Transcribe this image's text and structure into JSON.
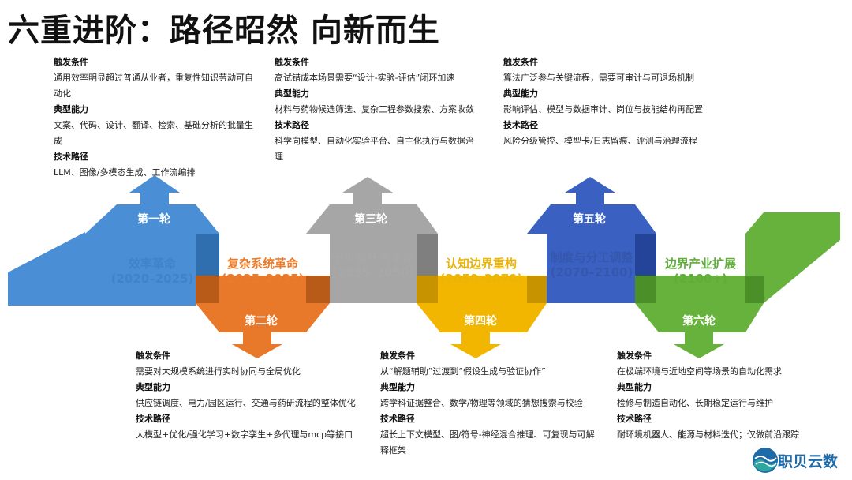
{
  "title": "六重进阶：路径昭然 向新而生",
  "colors": {
    "stage1": "#4a8fd6",
    "stage2": "#e8782a",
    "stage3": "#a6a6a6",
    "stage4": "#f3b600",
    "stage5": "#3a61c2",
    "stage6": "#67b23c"
  },
  "stages": [
    {
      "round": "第一轮",
      "name": "效率革命",
      "period": "(2020–2025)",
      "trigger_label": "触发条件",
      "trigger": "通用效率明显超过普通从业者，重复性知识劳动可自动化",
      "ability_label": "典型能力",
      "ability": "文案、代码、设计、翻译、检索、基础分析的批量生成",
      "path_label": "技术路径",
      "path": "LLM、图像/多模态生成、工作流编排"
    },
    {
      "round": "第二轮",
      "name": "复杂系统革命",
      "period": "(2025–2035)",
      "trigger_label": "触发条件",
      "trigger": "需要对大规模系统进行实时协同与全局优化",
      "ability_label": "典型能力",
      "ability": "供应链调度、电力/园区运行、交通与药研流程的整体优化",
      "path_label": "技术路径",
      "path": "大模型+优化/强化学习+数字孪生+多代理与mcp等接口"
    },
    {
      "round": "第三轮",
      "name": "不可能任务革命",
      "period": "(2035–2050)",
      "trigger_label": "触发条件",
      "trigger": "高试错成本场景需要“设计-实验-评估”闭环加速",
      "ability_label": "典型能力",
      "ability": "材料与药物候选筛选、复杂工程参数搜索、方案收敛",
      "path_label": "技术路径",
      "path": "科学向模型、自动化实验平台、自主化执行与数据治理"
    },
    {
      "round": "第四轮",
      "name": "认知边界重构",
      "period": "(2050–2070)",
      "trigger_label": "触发条件",
      "trigger": "从“解题辅助”过渡到“假设生成与验证协作”",
      "ability_label": "典型能力",
      "ability": "跨学科证据整合、数学/物理等领域的猜想搜索与校验",
      "path_label": "技术路径",
      "path": "超长上下文模型、图/符号-神经混合推理、可复现与可解释框架"
    },
    {
      "round": "第五轮",
      "name": "制度与分工调整",
      "period": "(2070–2100)",
      "trigger_label": "触发条件",
      "trigger": "算法广泛参与关键流程，需要可审计与可退场机制",
      "ability_label": "典型能力",
      "ability": "影响评估、模型与数据审计、岗位与技能结构再配置",
      "path_label": "技术路径",
      "path": "风险分级管控、模型卡/日志留痕、评测与治理流程"
    },
    {
      "round": "第六轮",
      "name": "边界产业扩展",
      "period": "(2100+)",
      "trigger_label": "触发条件",
      "trigger": "在极端环境与近地空间等场景的自动化需求",
      "ability_label": "典型能力",
      "ability": "检修与制造自动化、长期稳定运行与维护",
      "path_label": "技术路径",
      "path": "耐环境机器人、能源与材料迭代；仅做前沿跟踪"
    }
  ],
  "logo": {
    "icon": "wave-globe-icon",
    "text": "职贝云数"
  }
}
